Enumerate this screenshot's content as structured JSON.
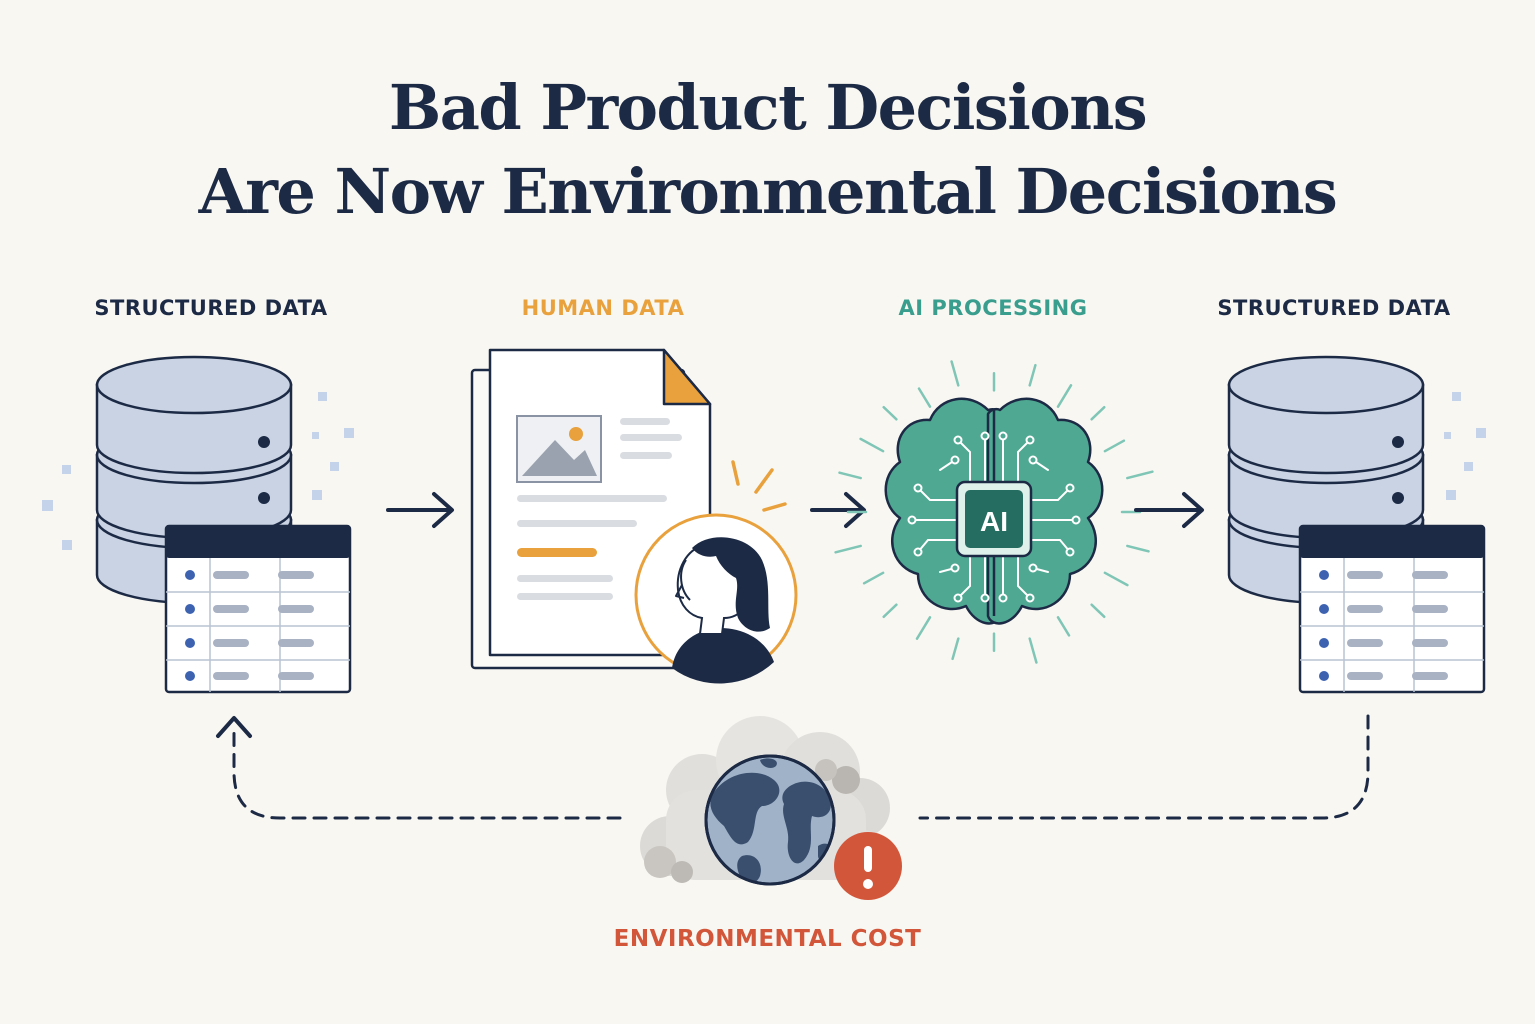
{
  "title": {
    "line1": "Bad Product Decisions",
    "line2": "Are Now Environmental Decisions"
  },
  "stages": [
    {
      "label": "STRUCTURED DATA",
      "icon": "database-table-icon"
    },
    {
      "label": "HUMAN DATA",
      "icon": "document-person-icon"
    },
    {
      "label": "AI PROCESSING",
      "icon": "ai-brain-icon"
    },
    {
      "label": "STRUCTURED DATA",
      "icon": "database-table-icon"
    }
  ],
  "brain_label": "AI",
  "cost": {
    "label": "ENVIRONMENTAL COST",
    "icon": "globe-warning-icon"
  },
  "colors": {
    "navy": "#1c2a45",
    "orange": "#e8a13c",
    "teal": "#3a9e8e",
    "red": "#d2563a",
    "db_fill": "#c9d3e3",
    "brain_fill": "#4fa892",
    "background": "#f9f7f2"
  }
}
